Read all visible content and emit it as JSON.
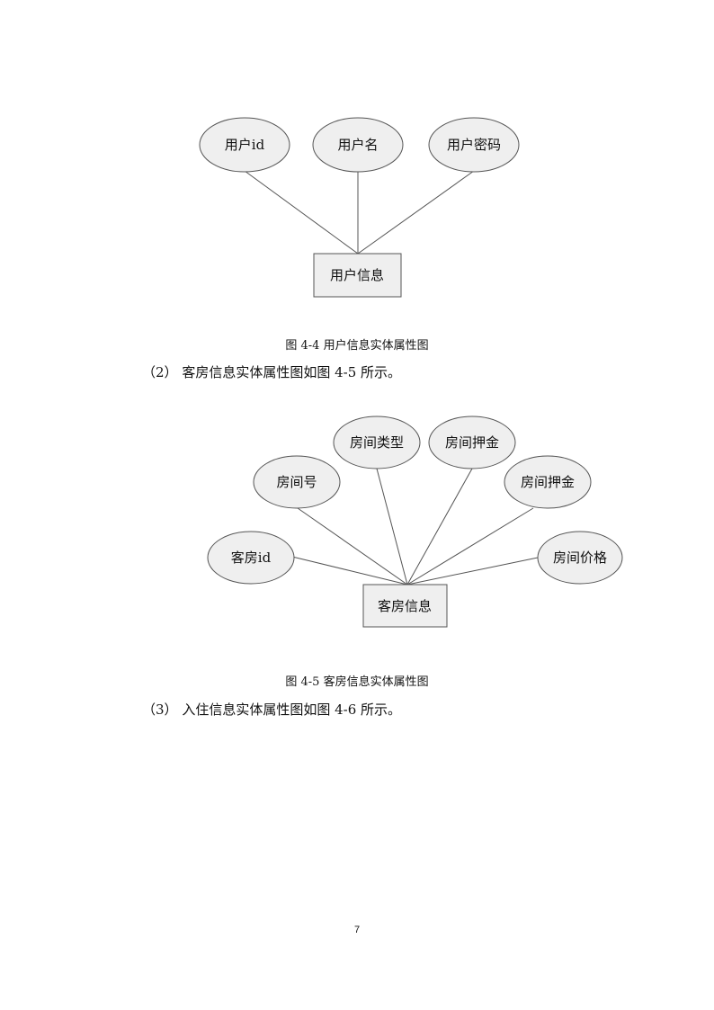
{
  "figure1": {
    "entity": "用户信息",
    "attributes": [
      "用户id",
      "用户名",
      "用户密码"
    ],
    "caption": "图 4-4 用户信息实体属性图"
  },
  "para1": {
    "index": "（2）",
    "text": "客房信息实体属性图如图 4-5 所示。"
  },
  "figure2": {
    "entity": "客房信息",
    "attributes": [
      "客房id",
      "房间号",
      "房间类型",
      "房间押金",
      "房间押金",
      "房间价格"
    ],
    "caption": "图 4-5  客房信息实体属性图"
  },
  "para2": {
    "index": "（3）",
    "text": "入住信息实体属性图如图 4-6 所示。"
  },
  "page_number": "7"
}
